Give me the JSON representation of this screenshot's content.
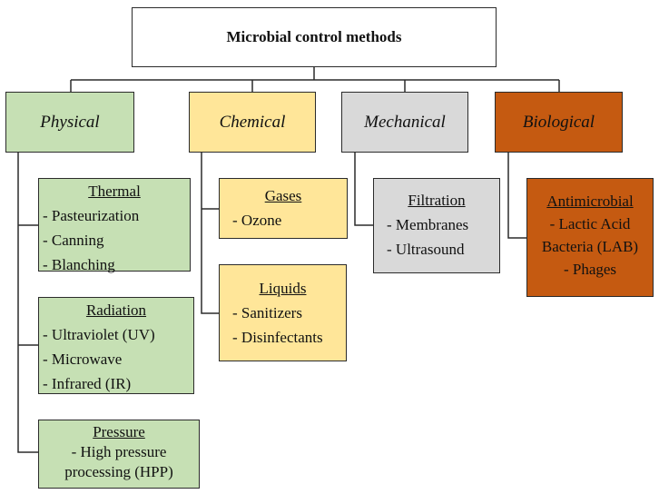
{
  "root": {
    "title": "Microbial control methods"
  },
  "categories": [
    {
      "label": "Physical",
      "groups": [
        {
          "heading": "Thermal",
          "items": [
            "- Pasteurization",
            "- Canning",
            "- Blanching"
          ]
        },
        {
          "heading": "Radiation",
          "items": [
            "- Ultraviolet  (UV)",
            "- Microwave",
            "- Infrared (IR)"
          ]
        },
        {
          "heading": "Pressure",
          "items": [
            "- High pressure",
            "processing (HPP)"
          ]
        }
      ]
    },
    {
      "label": "Chemical",
      "groups": [
        {
          "heading": "Gases",
          "items": [
            "- Ozone"
          ]
        },
        {
          "heading": "Liquids",
          "items": [
            "- Sanitizers",
            "- Disinfectants"
          ]
        }
      ]
    },
    {
      "label": "Mechanical",
      "groups": [
        {
          "heading": "Filtration",
          "items": [
            "- Membranes",
            "- Ultrasound"
          ]
        }
      ]
    },
    {
      "label": "Biological",
      "groups": [
        {
          "heading": "Antimicrobial",
          "items": [
            "- Lactic Acid",
            "Bacteria (LAB)",
            "- Phages"
          ]
        }
      ]
    }
  ],
  "colors": {
    "physical": "#c6e0b4",
    "chemical": "#ffe699",
    "mechanical": "#d9d9d9",
    "biological": "#c55a11",
    "line": "#2b2b2b"
  }
}
